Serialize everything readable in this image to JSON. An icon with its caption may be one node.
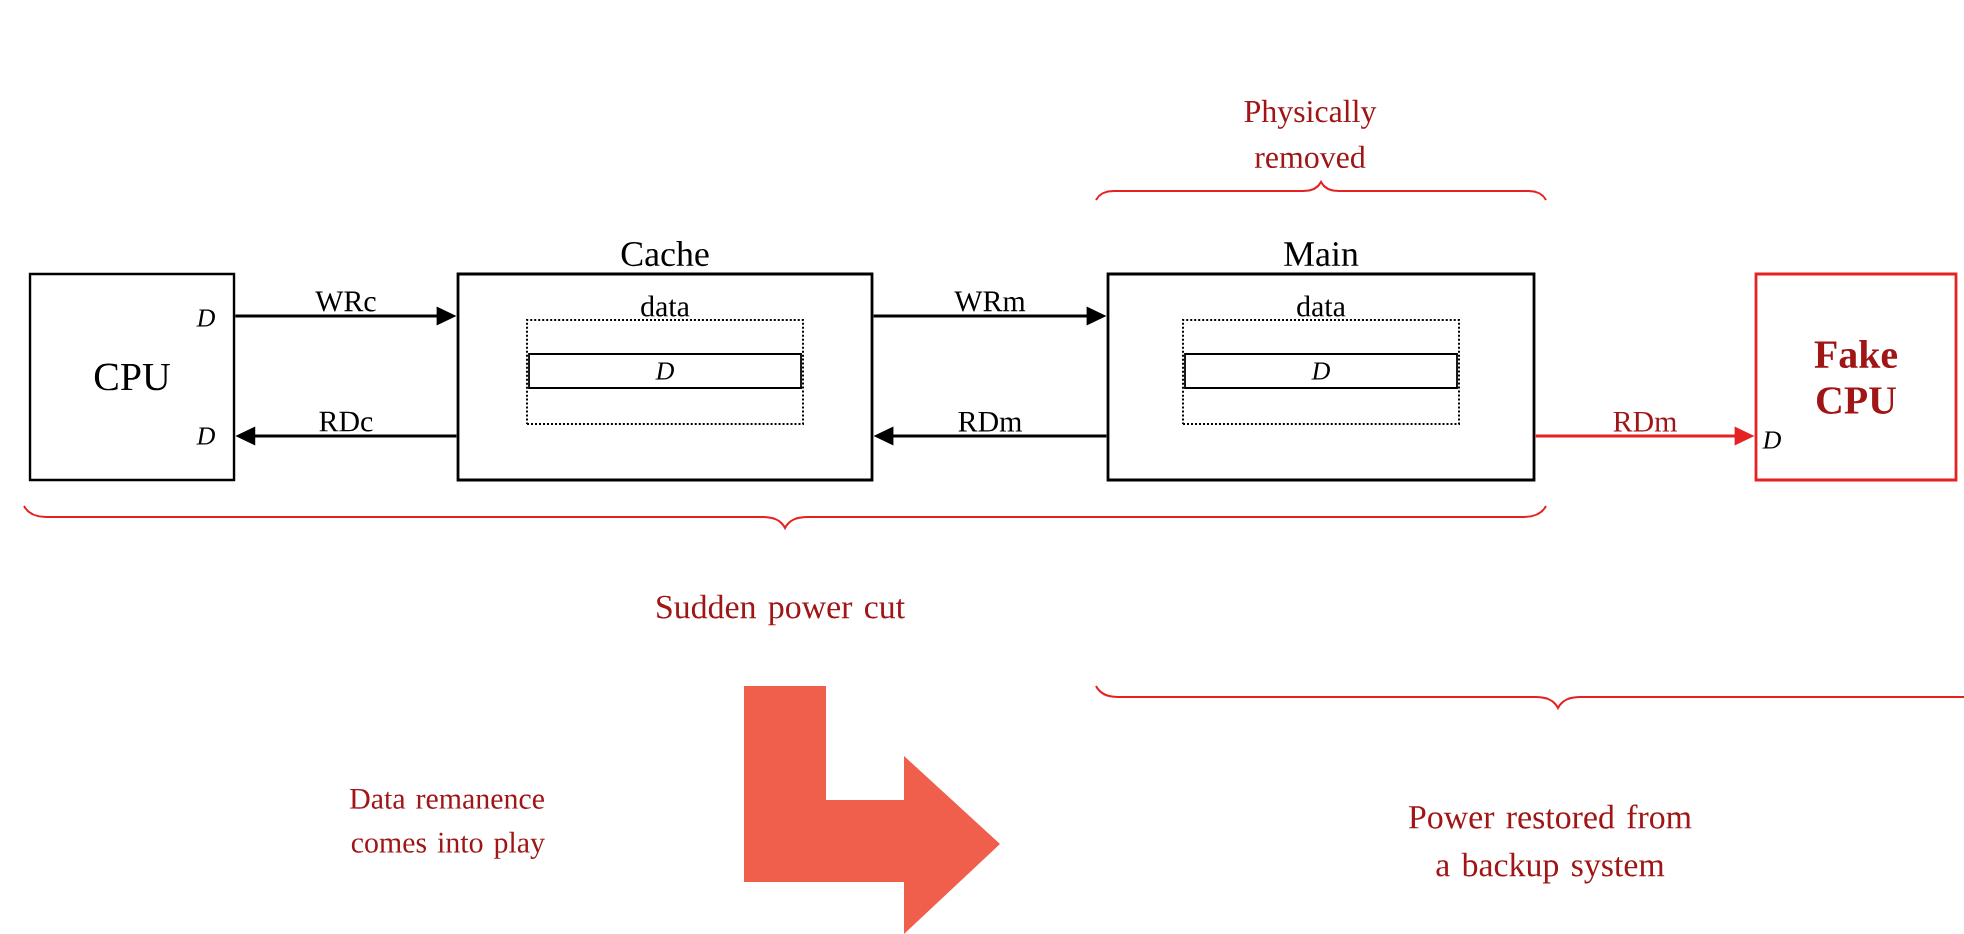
{
  "diagram": {
    "nodes": [
      {
        "text": [
          "CPU",
          "D",
          "D"
        ]
      },
      {
        "text": [
          "Cache"
        ]
      },
      {
        "text": [
          "data"
        ],
        "in": 1
      },
      {
        "text": [
          "D"
        ],
        "in": 2
      },
      {
        "text": [
          "Main"
        ]
      },
      {
        "text": [
          "data"
        ],
        "in": 4
      },
      {
        "text": [
          "D"
        ],
        "in": 5
      },
      {
        "text": [
          "Fake CPU",
          "D"
        ]
      }
    ],
    "edges": [
      {
        "from": 0,
        "to": 1,
        "arrow": "to",
        "label": "WRc"
      },
      {
        "from": 1,
        "to": 0,
        "arrow": "to",
        "label": "RDc"
      },
      {
        "from": 1,
        "to": 4,
        "arrow": "to",
        "label": "WRm"
      },
      {
        "from": 4,
        "to": 1,
        "arrow": "to",
        "label": "RDm"
      },
      {
        "from": 4,
        "to": 7,
        "arrow": "to",
        "label": "RDm",
        "color": "#e52222"
      }
    ],
    "labels": [
      "Physically removed",
      "Sudden power cut",
      "Data remanence comes into play",
      "Power restored from a backup system"
    ]
  }
}
